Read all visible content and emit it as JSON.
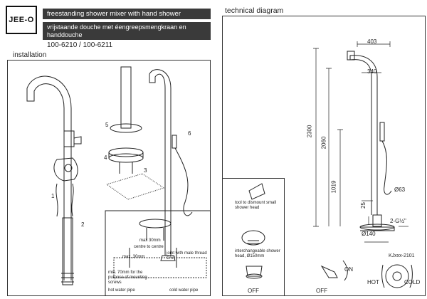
{
  "header": {
    "logo_text": "JEE-O",
    "title_en": "freestanding shower mixer with hand shower",
    "title_nl": "vrijstaande douche met éengreepsmengkraan en handdouche",
    "product_codes": "100-6210 / 100-6211"
  },
  "installation": {
    "title": "installation",
    "callouts": [
      "1",
      "2",
      "3",
      "4",
      "5",
      "6"
    ],
    "detail": {
      "max_label": "max 30mm",
      "centre_label": "centre to centre",
      "max_depth": "max. 30mm",
      "joint_label": "joint with male thread G½\"",
      "min_label": "min. 70mm for the purpose of mounting screws",
      "hot_pipe": "hot water pipe",
      "cold_pipe": "cold water pipe"
    }
  },
  "technical": {
    "title": "technical diagram",
    "dims": {
      "d403": "403",
      "d340": "340",
      "d2300": "2300",
      "d2060": "2060",
      "d1019": "1019",
      "d25": "25",
      "dia63": "Ø63",
      "dia140": "Ø140",
      "thread": "2-G½\""
    },
    "ref_code": "KJxxx-2101",
    "notes": {
      "tool": "tool to dismount small shower head",
      "shower": "interchangeable shower head, Ø150mm"
    },
    "operation": {
      "off1": "OFF",
      "off2": "OFF",
      "on": "ON",
      "hot": "HOT",
      "cold": "COLD"
    }
  }
}
